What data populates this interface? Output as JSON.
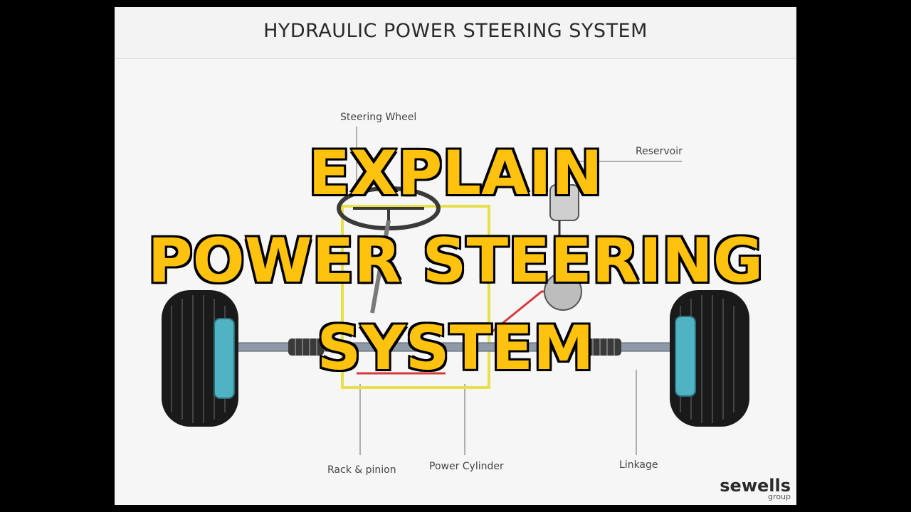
{
  "slide": {
    "title": "HYDRAULIC POWER STEERING SYSTEM",
    "labels": {
      "steering_wheel": "Steering Wheel",
      "reservoir": "Reservoir",
      "rack_pinion": "Rack & pinion",
      "power_cylinder": "Power Cylinder",
      "linkage": "Linkage"
    },
    "brand": {
      "name": "sewells",
      "sub": "group"
    }
  },
  "overlay": {
    "lines": [
      "EXPLAIN",
      "POWER STEERING",
      "SYSTEM"
    ],
    "color": "#ffc20e",
    "outline_color": "#111111"
  },
  "colors": {
    "background": "#000000",
    "slide": "#f6f6f6",
    "yellow_pipe": "#e6e04a",
    "red_pipe": "#d33a3a",
    "tire": "#1a1a1a",
    "hub": "#4fb3c4"
  }
}
